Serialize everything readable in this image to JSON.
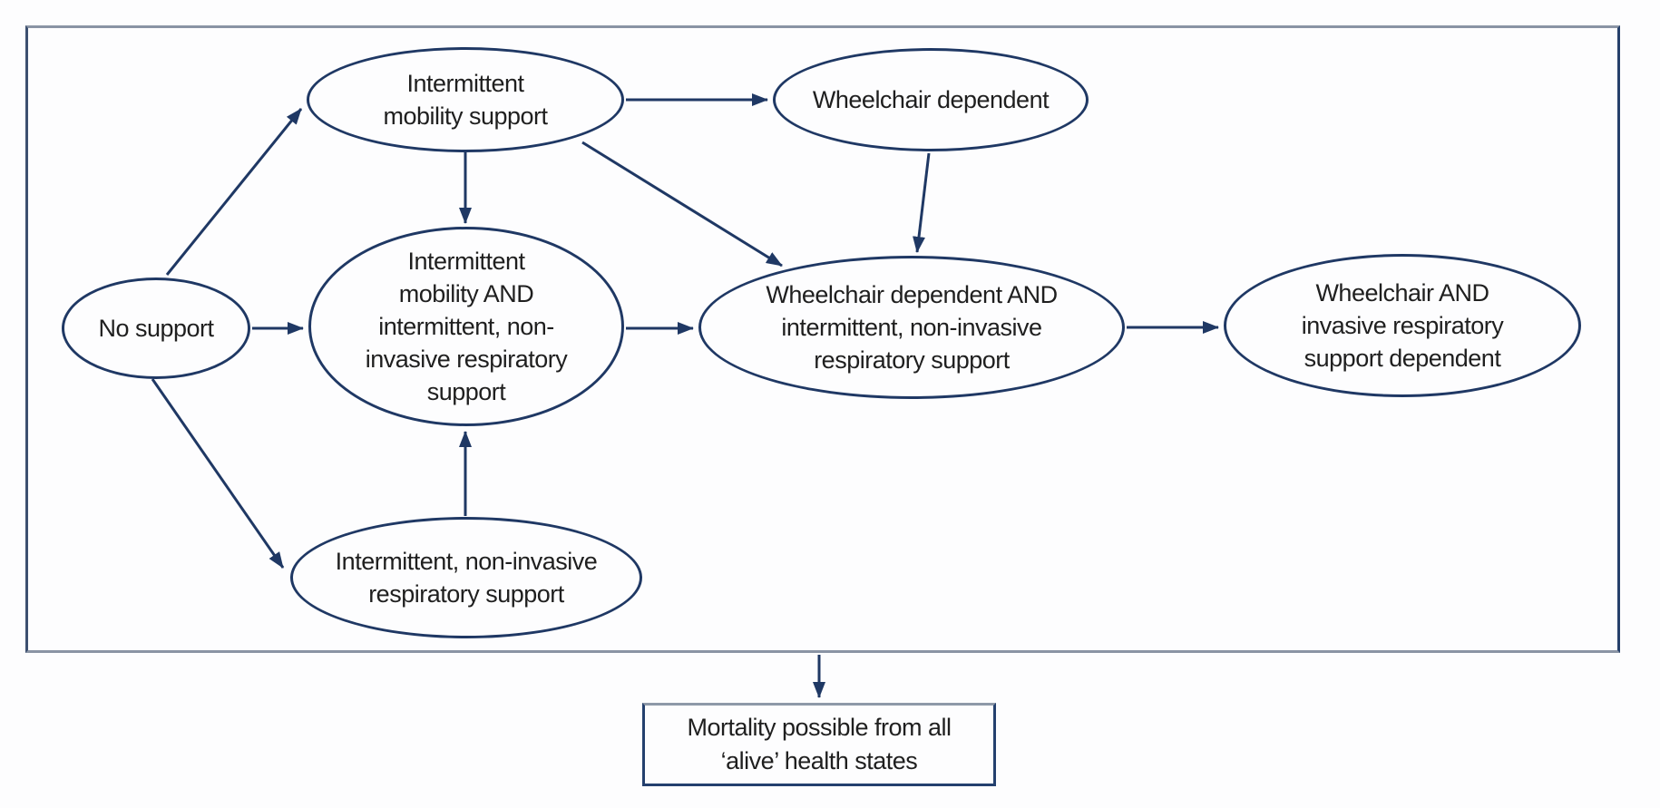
{
  "figure": {
    "type": "health-state-transition-diagram",
    "colors": {
      "accent": "#1f3864",
      "boundary_gray": "#8a94a4",
      "text": "#1f1f1f",
      "background": "#fdfdfe"
    },
    "nodes": [
      {
        "id": "no-support",
        "label": "No support"
      },
      {
        "id": "intermittent-mobility-support",
        "label": "Intermittent\nmobility support"
      },
      {
        "id": "wheelchair-dependent",
        "label": "Wheelchair dependent"
      },
      {
        "id": "intermittent-mobility-and-niv",
        "label": "Intermittent\nmobility AND\nintermittent, non-\ninvasive respiratory\nsupport"
      },
      {
        "id": "wheelchair-dependent-and-niv",
        "label": "Wheelchair dependent AND\nintermittent, non-invasive\nrespiratory support"
      },
      {
        "id": "wheelchair-and-invasive-dependent",
        "label": "Wheelchair AND\ninvasive respiratory\nsupport dependent"
      },
      {
        "id": "intermittent-niv",
        "label": "Intermittent, non-invasive\nrespiratory support"
      }
    ],
    "mortality_note": {
      "label": "Mortality possible from all\n‘alive’ health states"
    },
    "edges": [
      {
        "from": "no-support",
        "to": "intermittent-mobility-support"
      },
      {
        "from": "no-support",
        "to": "intermittent-mobility-and-niv"
      },
      {
        "from": "no-support",
        "to": "intermittent-niv"
      },
      {
        "from": "intermittent-mobility-support",
        "to": "wheelchair-dependent"
      },
      {
        "from": "intermittent-mobility-support",
        "to": "intermittent-mobility-and-niv"
      },
      {
        "from": "intermittent-mobility-support",
        "to": "wheelchair-dependent-and-niv"
      },
      {
        "from": "wheelchair-dependent",
        "to": "wheelchair-dependent-and-niv"
      },
      {
        "from": "intermittent-mobility-and-niv",
        "to": "wheelchair-dependent-and-niv"
      },
      {
        "from": "intermittent-niv",
        "to": "intermittent-mobility-and-niv"
      },
      {
        "from": "wheelchair-dependent-and-niv",
        "to": "wheelchair-and-invasive-dependent"
      },
      {
        "from": "model-boundary",
        "to": "mortality-note"
      }
    ]
  }
}
